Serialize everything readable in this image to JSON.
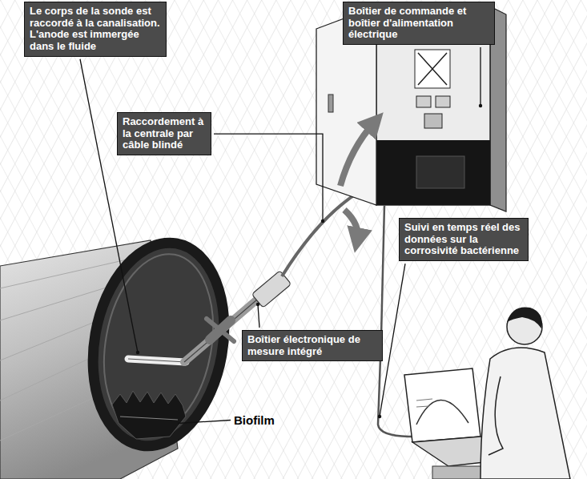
{
  "diagram": {
    "nodes": [
      {
        "text": [
          "Le corps de la sonde est raccordé à la canalisation. L'anode est immergée dans le fluide"
        ]
      },
      {
        "text": [
          "Boîtier de commande et boîtier d'alimentation électrique"
        ]
      },
      {
        "text": [
          "Raccordement à la centrale par câble blindé"
        ]
      },
      {
        "text": [
          "Suivi en temps réel des données sur la corrosivité bactérienne"
        ]
      },
      {
        "text": [
          "Boîtier électronique de mesure intégré"
        ]
      }
    ],
    "labels": [
      "Biofilm"
    ]
  }
}
